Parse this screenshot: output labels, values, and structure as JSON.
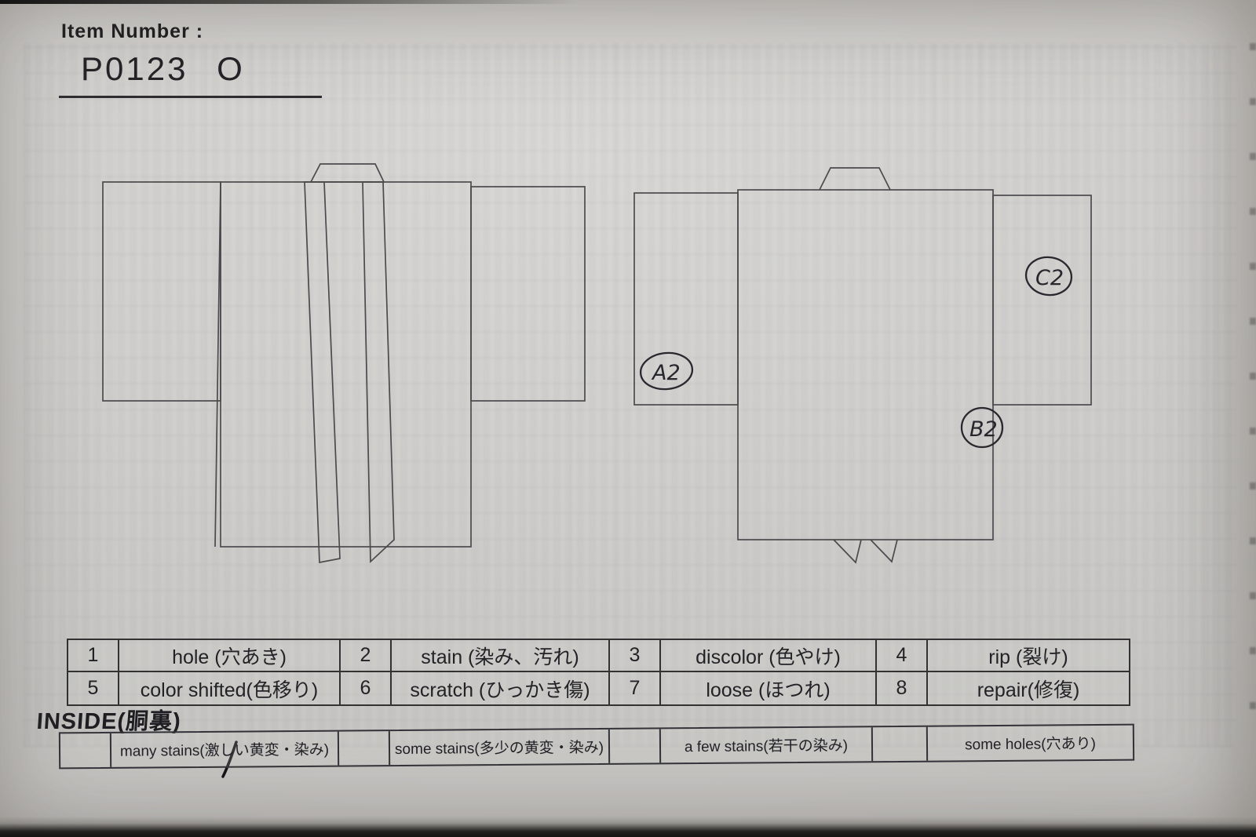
{
  "header": {
    "label": "Item Number :",
    "item_number": "P0123 O"
  },
  "annotations": [
    {
      "label": "A2"
    },
    {
      "label": "B2"
    },
    {
      "label": "C2"
    }
  ],
  "legend": {
    "rows": [
      {
        "cells": [
          {
            "num": "1",
            "label": "hole (穴あき)"
          },
          {
            "num": "2",
            "label": "stain (染み、汚れ)"
          },
          {
            "num": "3",
            "label": "discolor (色やけ)"
          },
          {
            "num": "4",
            "label": "rip (裂け)"
          }
        ]
      },
      {
        "cells": [
          {
            "num": "5",
            "label": "color shifted(色移り)"
          },
          {
            "num": "6",
            "label": "scratch (ひっかき傷)"
          },
          {
            "num": "7",
            "label": "loose (ほつれ)"
          },
          {
            "num": "8",
            "label": "repair(修復)"
          }
        ]
      }
    ]
  },
  "inside": {
    "title": "INSIDE(胴裏)",
    "cells": [
      {
        "text": ""
      },
      {
        "text": "many stains(激しい黄変・染み)"
      },
      {
        "text": ""
      },
      {
        "text": "some stains(多少の黄変・染み)"
      },
      {
        "text": ""
      },
      {
        "text": "a few stains(若干の染み)"
      },
      {
        "text": ""
      },
      {
        "text": "some holes(穴あり)"
      }
    ]
  },
  "colors": {
    "paper": "#cfcecb",
    "ink": "#222227",
    "diagram_line": "#4b4b4e",
    "pen": "#28282e"
  }
}
